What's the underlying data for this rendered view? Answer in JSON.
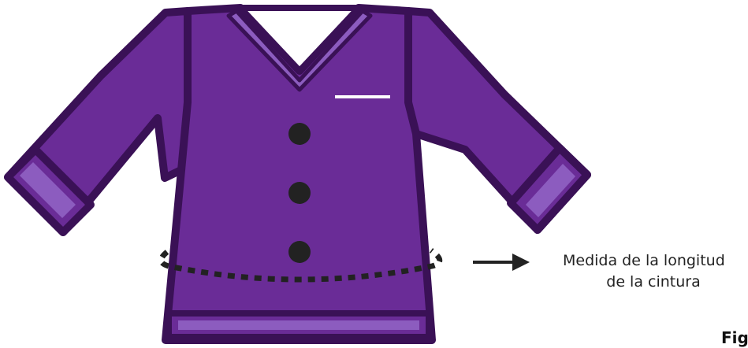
{
  "annotation": {
    "line1": "Medida de la longitud",
    "line2": "de la cintura"
  },
  "figure_label": "Fig",
  "colors": {
    "garment": "#6a2c97",
    "outline": "#3a1156",
    "trim": "#8c5cbf",
    "button": "#222222",
    "pocket": "#ffffff",
    "measure": "#222222"
  }
}
